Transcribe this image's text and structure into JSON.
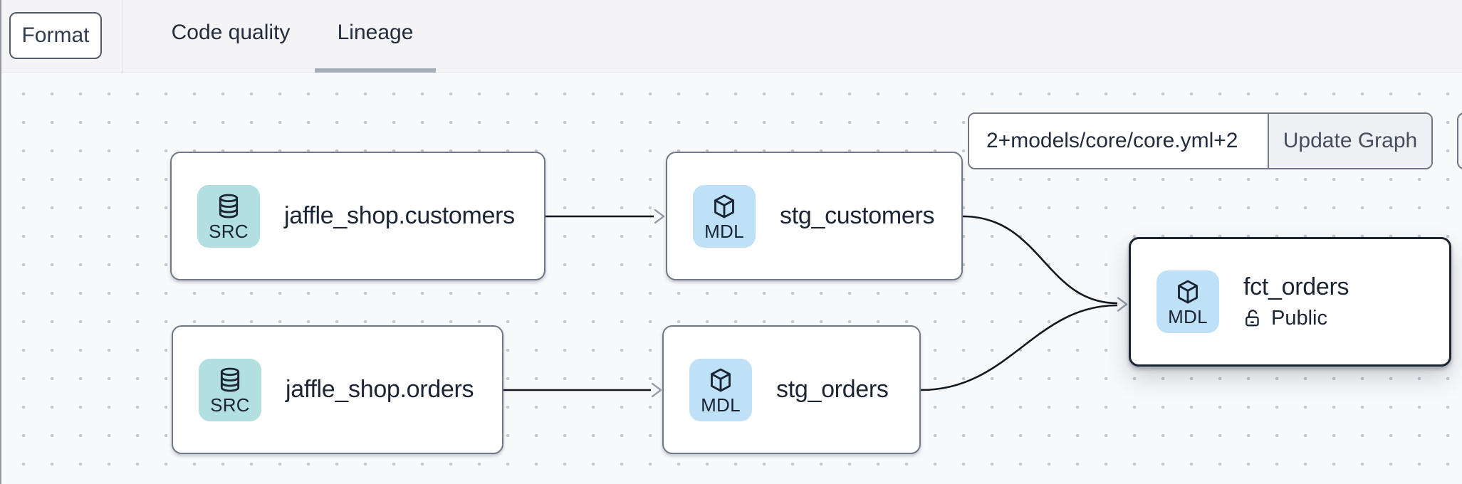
{
  "header": {
    "format_button": "Format",
    "tabs": [
      {
        "label": "Code quality",
        "active": false
      },
      {
        "label": "Lineage",
        "active": true
      }
    ]
  },
  "lineage_toolbar": {
    "selector_input": "2+models/core/core.yml+2",
    "update_button": "Update Graph"
  },
  "graph": {
    "nodes": [
      {
        "id": "jaffle_shop.customers",
        "badge": "SRC",
        "icon": "database-icon",
        "label": "jaffle_shop.customers",
        "selected": false
      },
      {
        "id": "stg_customers",
        "badge": "MDL",
        "icon": "cube-icon",
        "label": "stg_customers",
        "selected": false
      },
      {
        "id": "jaffle_shop.orders",
        "badge": "SRC",
        "icon": "database-icon",
        "label": "jaffle_shop.orders",
        "selected": false
      },
      {
        "id": "stg_orders",
        "badge": "MDL",
        "icon": "cube-icon",
        "label": "stg_orders",
        "selected": false
      },
      {
        "id": "fct_orders",
        "badge": "MDL",
        "icon": "cube-icon",
        "label": "fct_orders",
        "access": "Public",
        "access_icon": "unlock-icon",
        "selected": true
      }
    ],
    "edges": [
      {
        "from": "jaffle_shop.customers",
        "to": "stg_customers"
      },
      {
        "from": "jaffle_shop.orders",
        "to": "stg_orders"
      },
      {
        "from": "stg_customers",
        "to": "fct_orders"
      },
      {
        "from": "stg_orders",
        "to": "fct_orders"
      }
    ]
  },
  "colors": {
    "header_bg": "#f4f4f6",
    "canvas_bg": "#f8f9fb",
    "dot_grid": "#c3c7cf",
    "source_badge_bg": "#b2dfe0",
    "model_badge_bg": "#bfe1f8",
    "node_border": "#6f7886",
    "selected_node_border": "#1b2431",
    "tab_underline": "#a6acb7",
    "edge": "#11181f",
    "arrowhead": "#959ca9"
  }
}
